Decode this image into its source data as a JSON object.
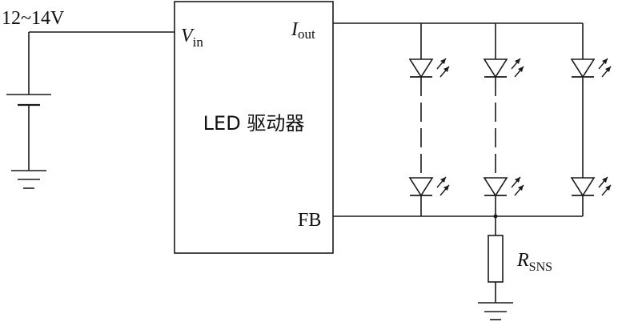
{
  "supply": {
    "voltage": "12~14V"
  },
  "driver": {
    "label": "LED 驱动器",
    "pin_vin": {
      "main": "V",
      "sub": "in"
    },
    "pin_iout": {
      "main": "I",
      "sub": "out"
    },
    "pin_fb": "FB"
  },
  "sense_resistor": {
    "main": "R",
    "sub": "SNS"
  }
}
